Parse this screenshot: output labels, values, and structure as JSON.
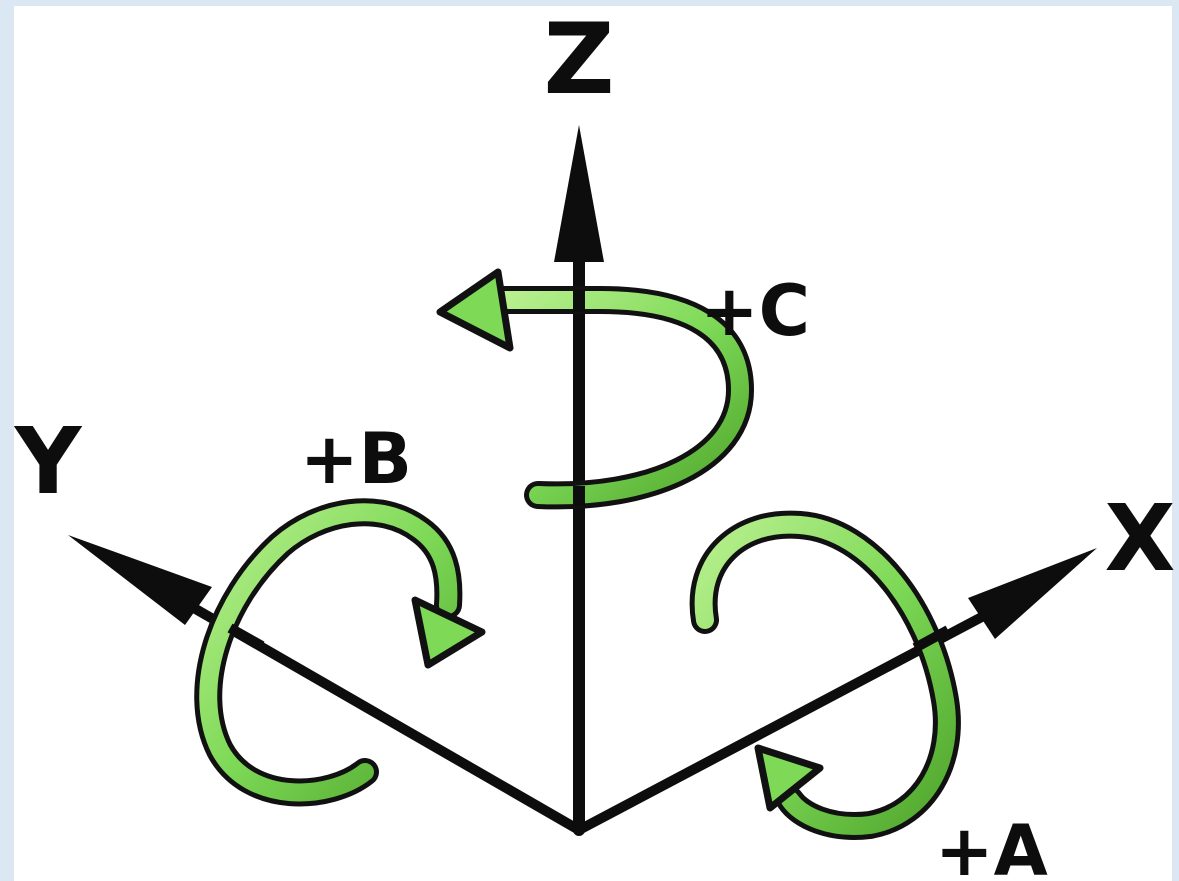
{
  "axes": {
    "z": "Z",
    "y": "Y",
    "x": "X"
  },
  "rotations": {
    "a": "+A",
    "b": "+B",
    "c": "+C"
  },
  "colors": {
    "background": "#dbe8f4",
    "panel": "#ffffff",
    "ink": "#0d0d0d",
    "arrow_fill": "#7ed957",
    "arrow_outline": "#111111"
  }
}
